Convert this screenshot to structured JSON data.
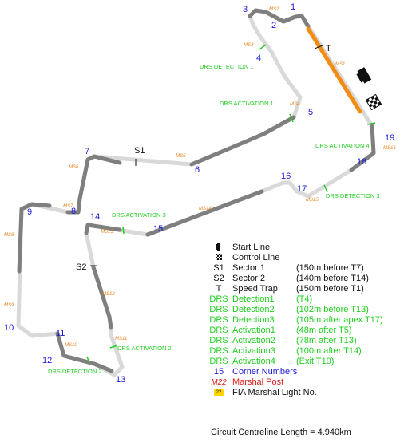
{
  "map": {
    "corners": [
      {
        "num": "1"
      },
      {
        "num": "2"
      },
      {
        "num": "3"
      },
      {
        "num": "4"
      },
      {
        "num": "5"
      },
      {
        "num": "6"
      },
      {
        "num": "7"
      },
      {
        "num": "8"
      },
      {
        "num": "9"
      },
      {
        "num": "10"
      },
      {
        "num": "11"
      },
      {
        "num": "12"
      },
      {
        "num": "13"
      },
      {
        "num": "14"
      },
      {
        "num": "15"
      },
      {
        "num": "16"
      },
      {
        "num": "17"
      },
      {
        "num": "18"
      },
      {
        "num": "19"
      }
    ],
    "marshal_posts": [
      "MS1",
      "MS2",
      "MS3",
      "MS4",
      "MS5",
      "MS6",
      "MS7",
      "MS8",
      "MS9",
      "MS10",
      "MS11",
      "MS12",
      "MS13",
      "MS14",
      "MS15",
      "MS16"
    ],
    "drs_labels": [
      "DRS DETECTION 1",
      "DRS ACTIVATION 1",
      "DRS ACTIVATION 4",
      "DRS DETECTION 3",
      "DRS ACTIVATION 3",
      "DRS ACTIVATION 2",
      "DRS DETECTION 2"
    ],
    "sector_labels": [
      "S1",
      "S2",
      "T"
    ],
    "colors": {
      "track": "#d9d9d9",
      "track_dark": "#7f7f7f",
      "speed_trap": "#f28c12",
      "corner_numbers": "#1a1ad6",
      "drs": "#1fcf1f",
      "marshal_post": "#e8841f"
    }
  },
  "legend": [
    {
      "symbol_icon": "start-line-icon",
      "label": "Start Line",
      "note": ""
    },
    {
      "symbol_icon": "control-line-icon",
      "label": "Control Line",
      "note": ""
    },
    {
      "symbol": "S1",
      "label": "Sector 1",
      "note": "(150m before T7)"
    },
    {
      "symbol": "S2",
      "label": "Sector 2",
      "note": "(140m before T14)"
    },
    {
      "symbol": "T",
      "label": "Speed Trap",
      "note": "(150m before T1)"
    },
    {
      "symbol": "DRS",
      "label": "Detection1",
      "note": "(T4)",
      "style": "green"
    },
    {
      "symbol": "DRS",
      "label": "Detection2",
      "note": "(102m before T13)",
      "style": "green"
    },
    {
      "symbol": "DRS",
      "label": "Detection3",
      "note": "(105m after apex T17)",
      "style": "green"
    },
    {
      "symbol": "DRS",
      "label": "Activation1",
      "note": "(48m after T5)",
      "style": "green"
    },
    {
      "symbol": "DRS",
      "label": "Activation2",
      "note": "(78m after T13)",
      "style": "green"
    },
    {
      "symbol": "DRS",
      "label": "Activation3",
      "note": "(100m after T14)",
      "style": "green"
    },
    {
      "symbol": "DRS",
      "label": "Activation4",
      "note": "(Exit T19)",
      "style": "green"
    },
    {
      "symbol": "15",
      "label": "Corner Numbers",
      "note": "",
      "style": "blue"
    },
    {
      "symbol": "M22",
      "label": "Marshal Post",
      "note": "",
      "style": "red"
    },
    {
      "symbol": "22",
      "label": "FIA Marshal Light No.",
      "note": "",
      "style": "light"
    }
  ],
  "circuit_length": "Circuit Centreline Length = 4.940km"
}
